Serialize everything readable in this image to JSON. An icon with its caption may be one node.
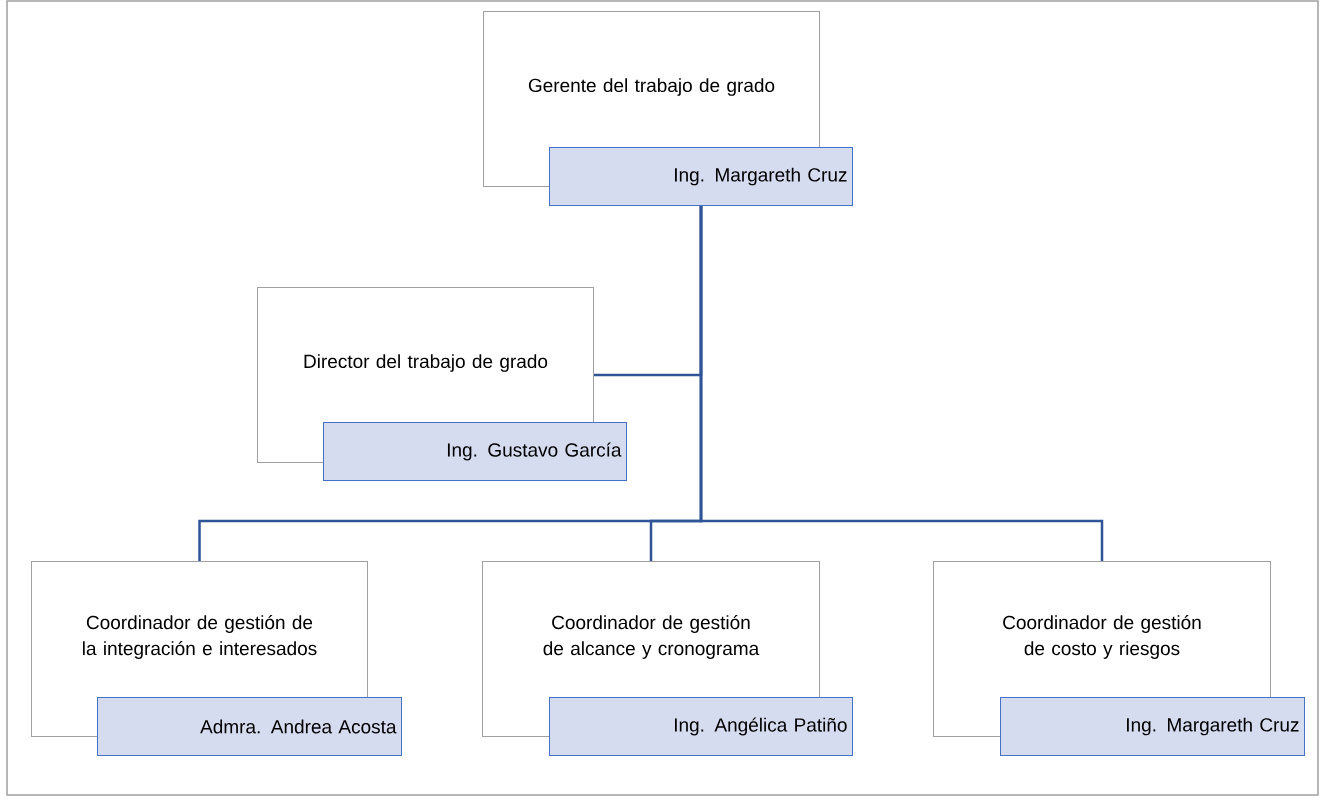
{
  "diagram": {
    "nodes": [
      {
        "text": [
          "Gerente del trabajo de grado"
        ]
      },
      {
        "text": [
          "Ing. Margareth Cruz"
        ]
      },
      {
        "text": [
          "Director del trabajo de grado"
        ]
      },
      {
        "text": [
          "Ing. Gustavo García"
        ]
      },
      {
        "text": [
          "Coordinador de gestión de la integración e interesados"
        ]
      },
      {
        "text": [
          "Admra. Andrea Acosta"
        ]
      },
      {
        "text": [
          "Coordinador de gestión de alcance y cronograma"
        ]
      },
      {
        "text": [
          "Ing. Angélica Patiño"
        ]
      },
      {
        "text": [
          "Coordinador de gestión de costo y riesgos"
        ]
      },
      {
        "text": [
          "Ing. Margareth Cruz"
        ]
      }
    ],
    "edges": [
      {
        "from": 1,
        "to": 2,
        "arrow": "none"
      },
      {
        "from": 1,
        "to": 4,
        "arrow": "none"
      },
      {
        "from": 1,
        "to": 6,
        "arrow": "none"
      },
      {
        "from": 1,
        "to": 8,
        "arrow": "none"
      }
    ]
  }
}
